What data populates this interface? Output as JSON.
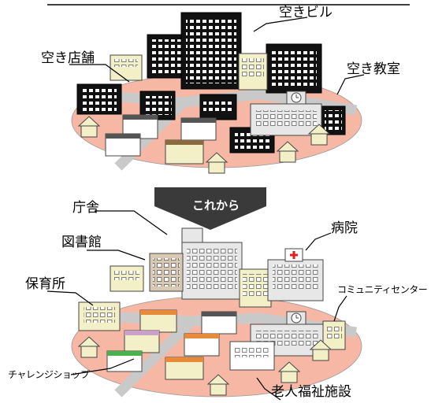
{
  "top_scene": {
    "labels": {
      "empty_building": "空きビル",
      "empty_store": "空き店舗",
      "empty_classroom": "空き教室"
    }
  },
  "transition": {
    "label": "これから"
  },
  "bottom_scene": {
    "labels": {
      "government_office": "庁舎",
      "library": "図書館",
      "hospital": "病院",
      "nursery": "保育所",
      "community_center": "コミュニティセンター",
      "challenge_shop": "チャレンジショップ",
      "elderly_welfare": "老人福祉施設"
    }
  },
  "colors": {
    "ground": "#f6b8a4",
    "road": "#c9c9c9",
    "dark_building": "#111111",
    "beige_building": "#f3efc7",
    "grey_building": "#e7e7e7",
    "hospital_cross": "#e02020",
    "arrow": "#3a3a3a"
  }
}
